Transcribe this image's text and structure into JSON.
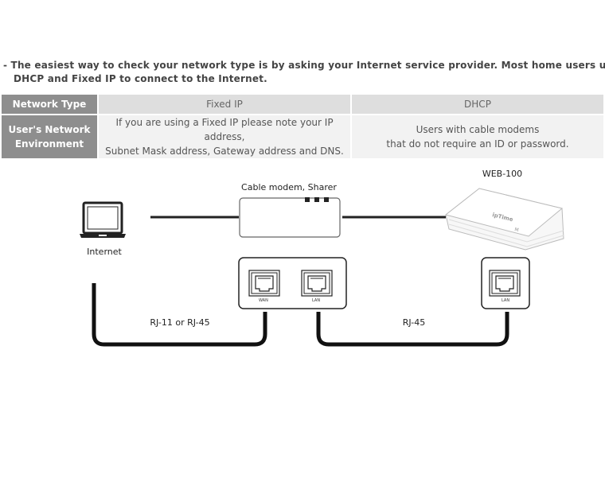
{
  "intro": {
    "line1": "- The easiest way to check your network type is by asking your Internet service provider. Most home users use",
    "line2": "DHCP and Fixed IP to connect to the Internet."
  },
  "table": {
    "header_label": "Network Type",
    "columns": [
      "Fixed IP",
      "DHCP"
    ],
    "row_label": [
      "User's Network",
      "Environment"
    ],
    "fixed_ip_desc": [
      "If you are using a Fixed IP please note your IP address,",
      "Subnet Mask address, Gateway address and DNS."
    ],
    "dhcp_desc": [
      "Users with cable modems",
      "that do not require an ID or password."
    ]
  },
  "diagram": {
    "internet_label": "Internet",
    "modem_label": "Cable modem, Sharer",
    "router_label": "WEB-100",
    "cable1_label": "RJ-11 or RJ-45",
    "cable2_label": "RJ-45",
    "port_wan": "WAN",
    "port_lan": "LAN",
    "port_router_lan": "LAN",
    "router_brand": "ipTime",
    "router_model": "M"
  }
}
